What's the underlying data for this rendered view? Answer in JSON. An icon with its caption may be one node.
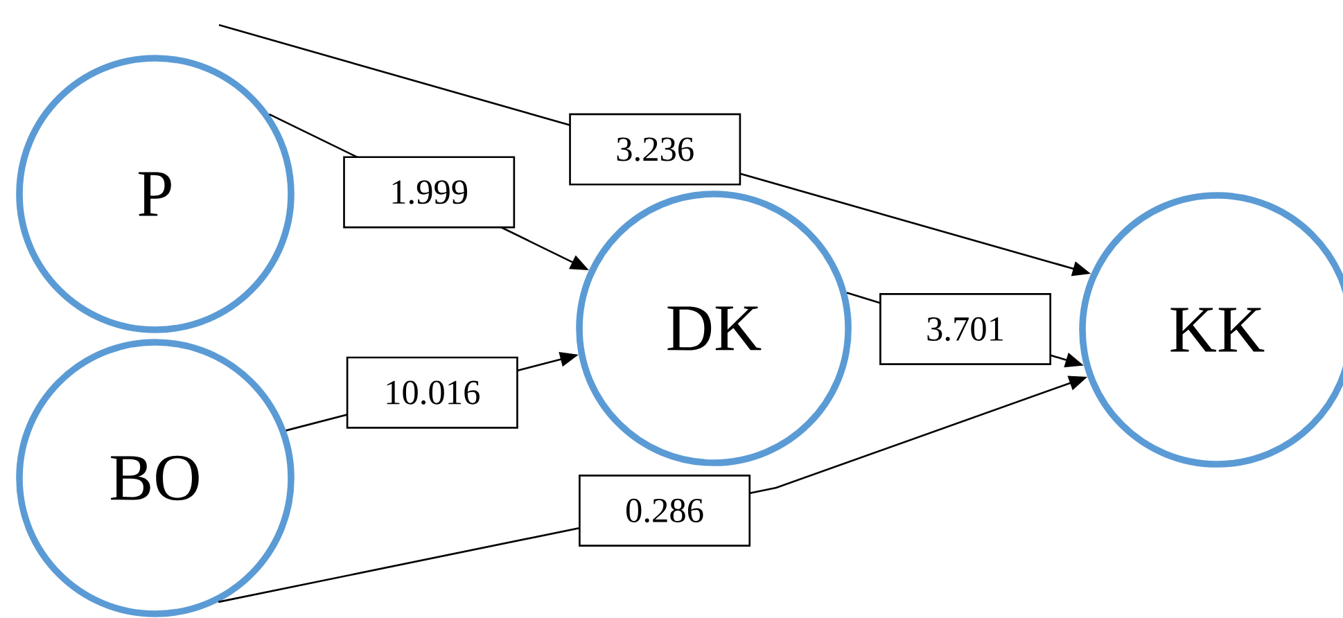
{
  "diagram": {
    "nodes": [
      {
        "text": [
          "P"
        ]
      },
      {
        "text": [
          "BO"
        ]
      },
      {
        "text": [
          "DK"
        ]
      },
      {
        "text": [
          "KK"
        ]
      }
    ],
    "edges": [
      {
        "from": null,
        "to": 3,
        "arrow": "to",
        "label": "3.236"
      },
      {
        "from": 0,
        "to": 2,
        "arrow": "to",
        "label": "1.999"
      },
      {
        "from": 2,
        "to": 3,
        "arrow": "to",
        "label": "3.701"
      },
      {
        "from": 1,
        "to": 2,
        "arrow": "to",
        "label": "10.016"
      },
      {
        "from": 1,
        "to": 3,
        "arrow": "to",
        "label": "0.286"
      }
    ]
  }
}
